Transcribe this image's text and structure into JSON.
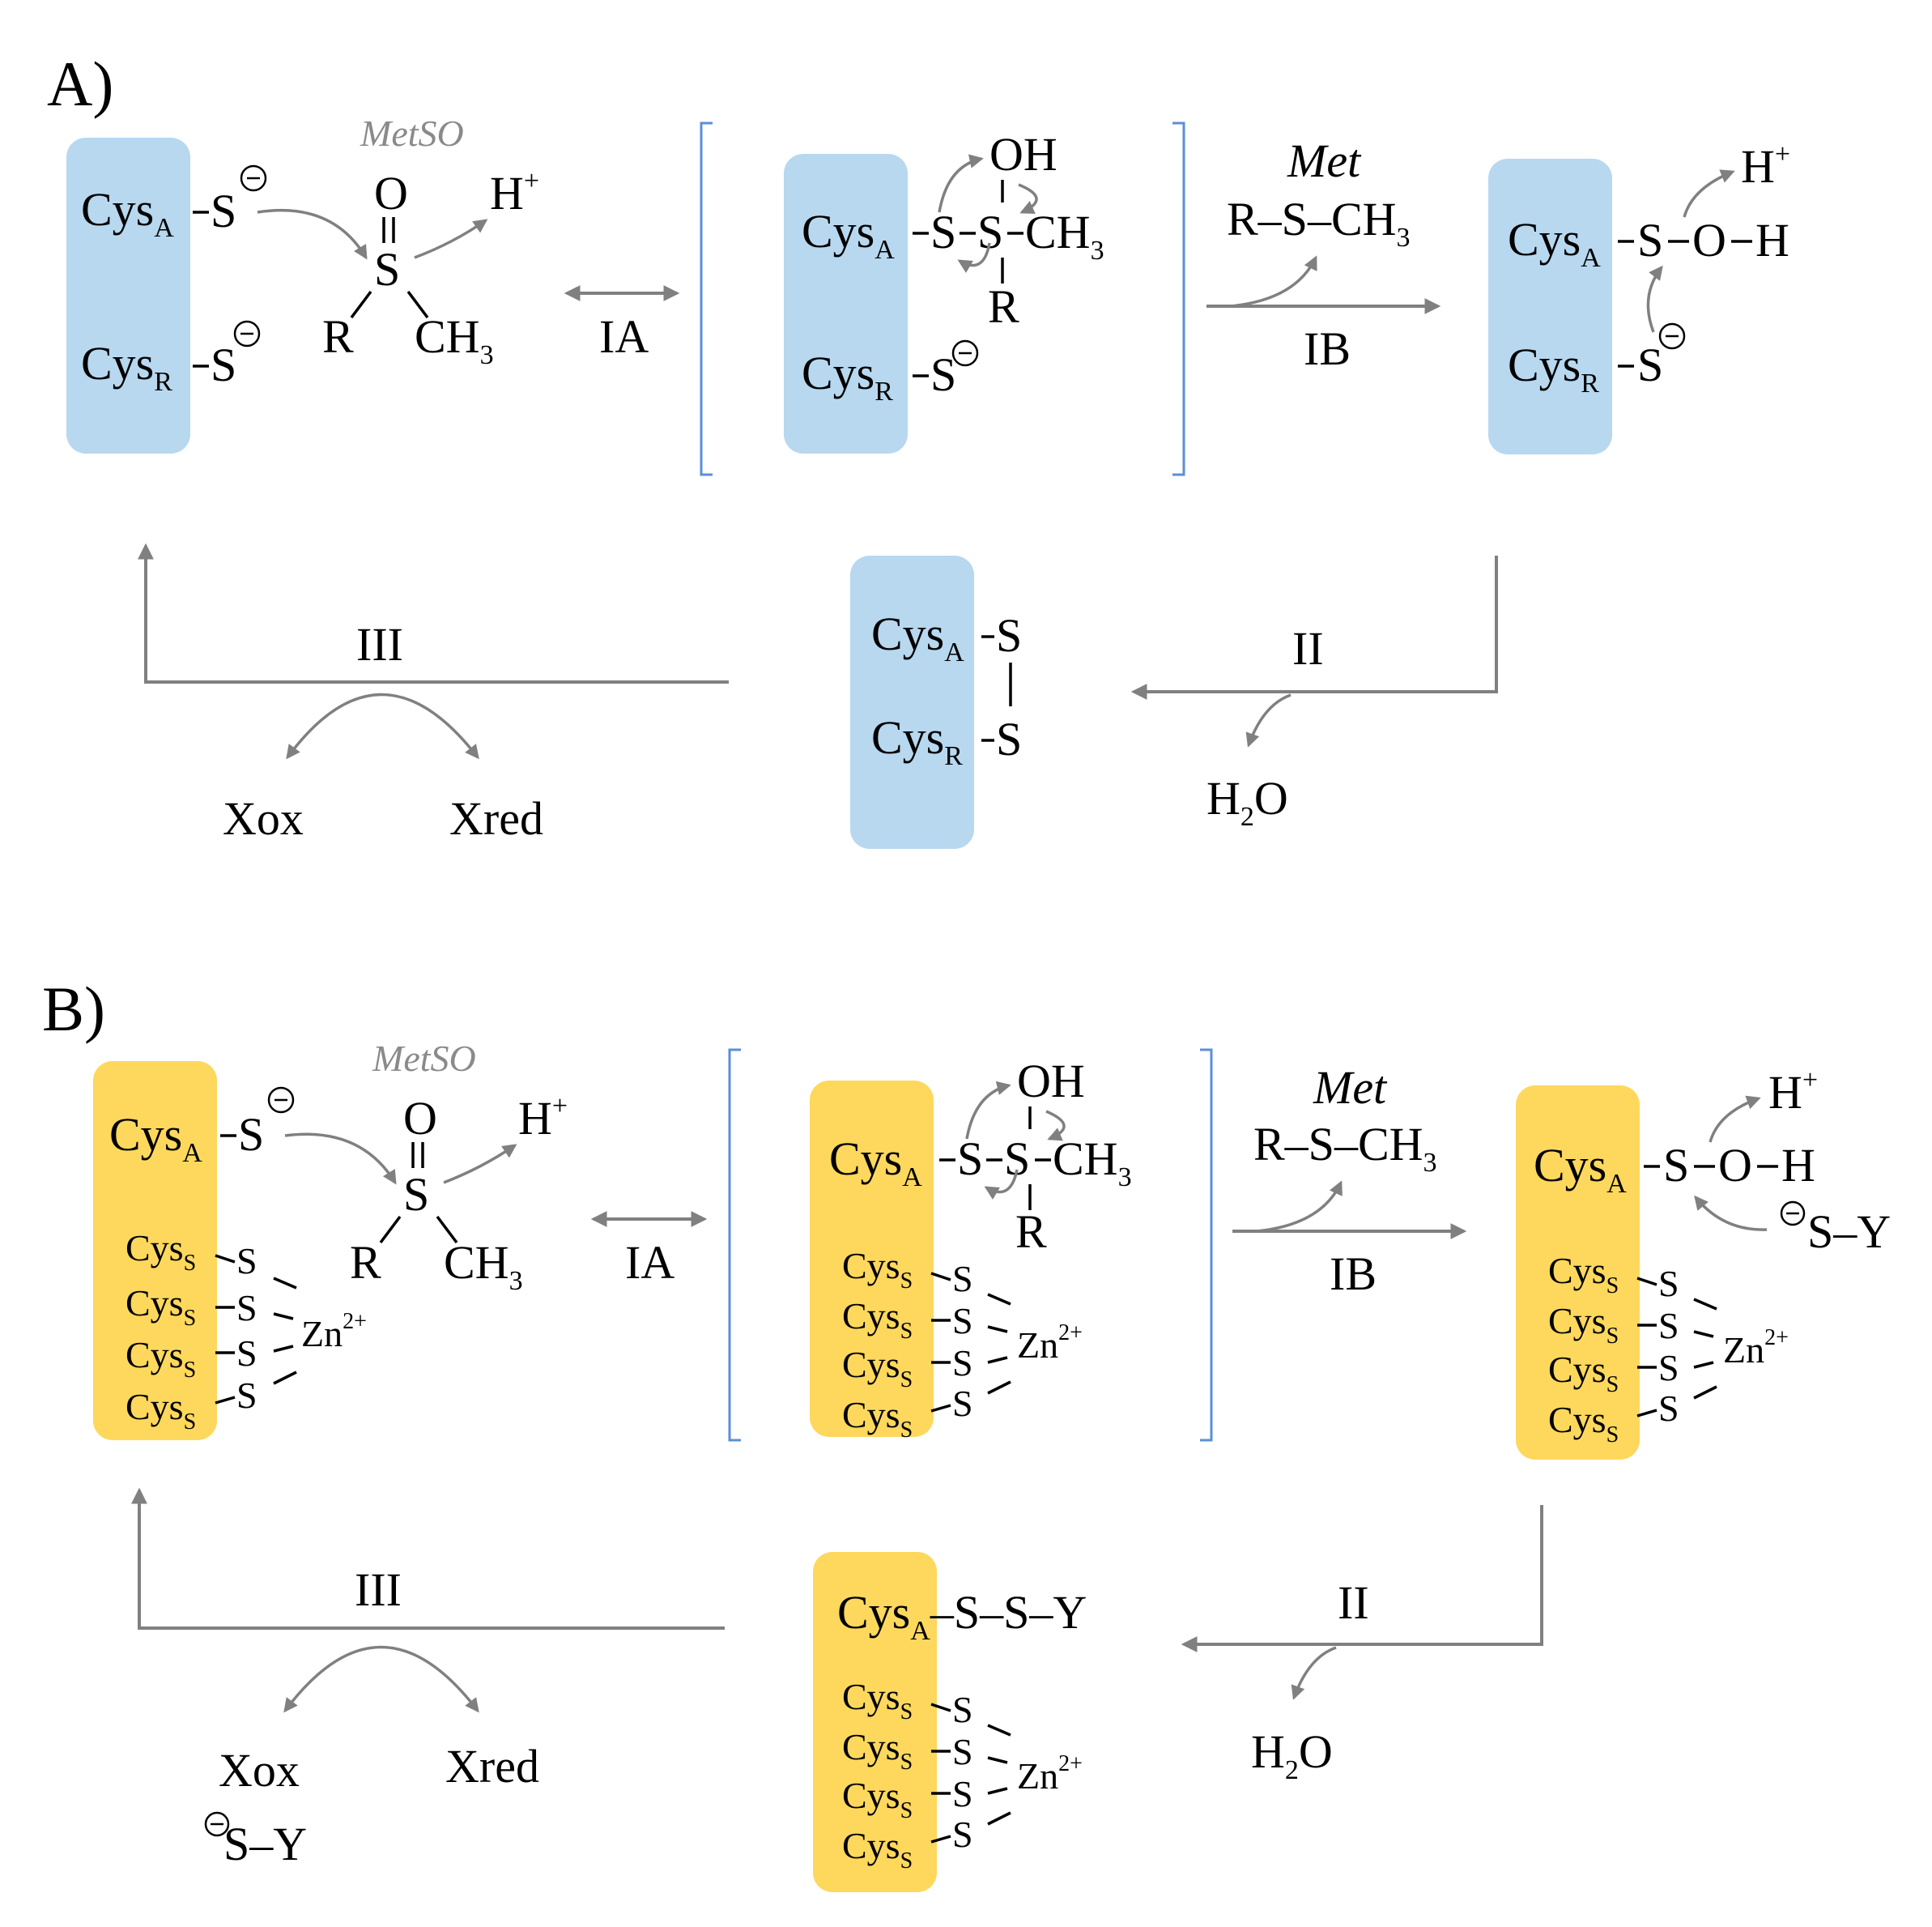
{
  "panels": {
    "a": "A)",
    "b": "B)"
  },
  "substrate": {
    "name": "MetSO",
    "product_name": "Met"
  },
  "steps": {
    "ia": "IA",
    "ib": "IB",
    "ii": "II",
    "iii": "III"
  },
  "species": {
    "proton": "H",
    "water": "H",
    "water_o": "O",
    "xox": "Xox",
    "xred": "Xred",
    "thiol_y": "S–Y",
    "zinc": "Zn"
  },
  "atoms": {
    "s": "S",
    "o": "O",
    "oh": "OH",
    "r": "R",
    "ch": "CH",
    "h": "H"
  },
  "residues": {
    "cys": "Cys",
    "sub_a": "A",
    "sub_r": "R",
    "sub_s": "S"
  },
  "superscripts": {
    "plus": "+",
    "zinc_charge": "2+",
    "minus": "−"
  },
  "subscripts": {
    "three": "3",
    "two": "2"
  },
  "fragments": {
    "sub_chain": "–S–S–Y",
    "r_s_ch3": "R–S–CH"
  },
  "colors": {
    "panel_a_box": "#b7d8ef",
    "panel_b_box": "#fdd85d",
    "arrow": "#808080",
    "bracket": "#5b8fd6",
    "metso_text": "#8a8a8a"
  },
  "icons": [
    "curved-arrow-icon",
    "straight-arrow-icon",
    "double-headed-arrow-icon",
    "minus-charge-icon"
  ]
}
